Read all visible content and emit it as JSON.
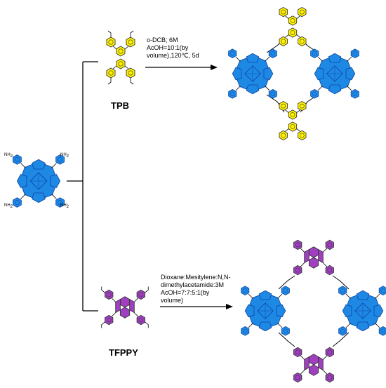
{
  "reagents": {
    "tpb": "TPB",
    "tfppy": "TFPPY"
  },
  "conditions": {
    "tpb": [
      "o-DCB; 6M",
      "AcOH=10:1(by",
      "volume),120℃, 5d"
    ],
    "tfppy": [
      "Dioxane:Mesitylene:N,N-",
      "dimethylacetamide:3M",
      "AcOH=7:7:5:1(by",
      "volume)"
    ]
  },
  "amine_label": "NH",
  "amine_sub": "2",
  "colors": {
    "porphyrin": "#1e88e5",
    "porphyrin_dark": "#0d47a1",
    "tpb": "#fff200",
    "pyrene": "#a040c0",
    "line": "#000000"
  }
}
